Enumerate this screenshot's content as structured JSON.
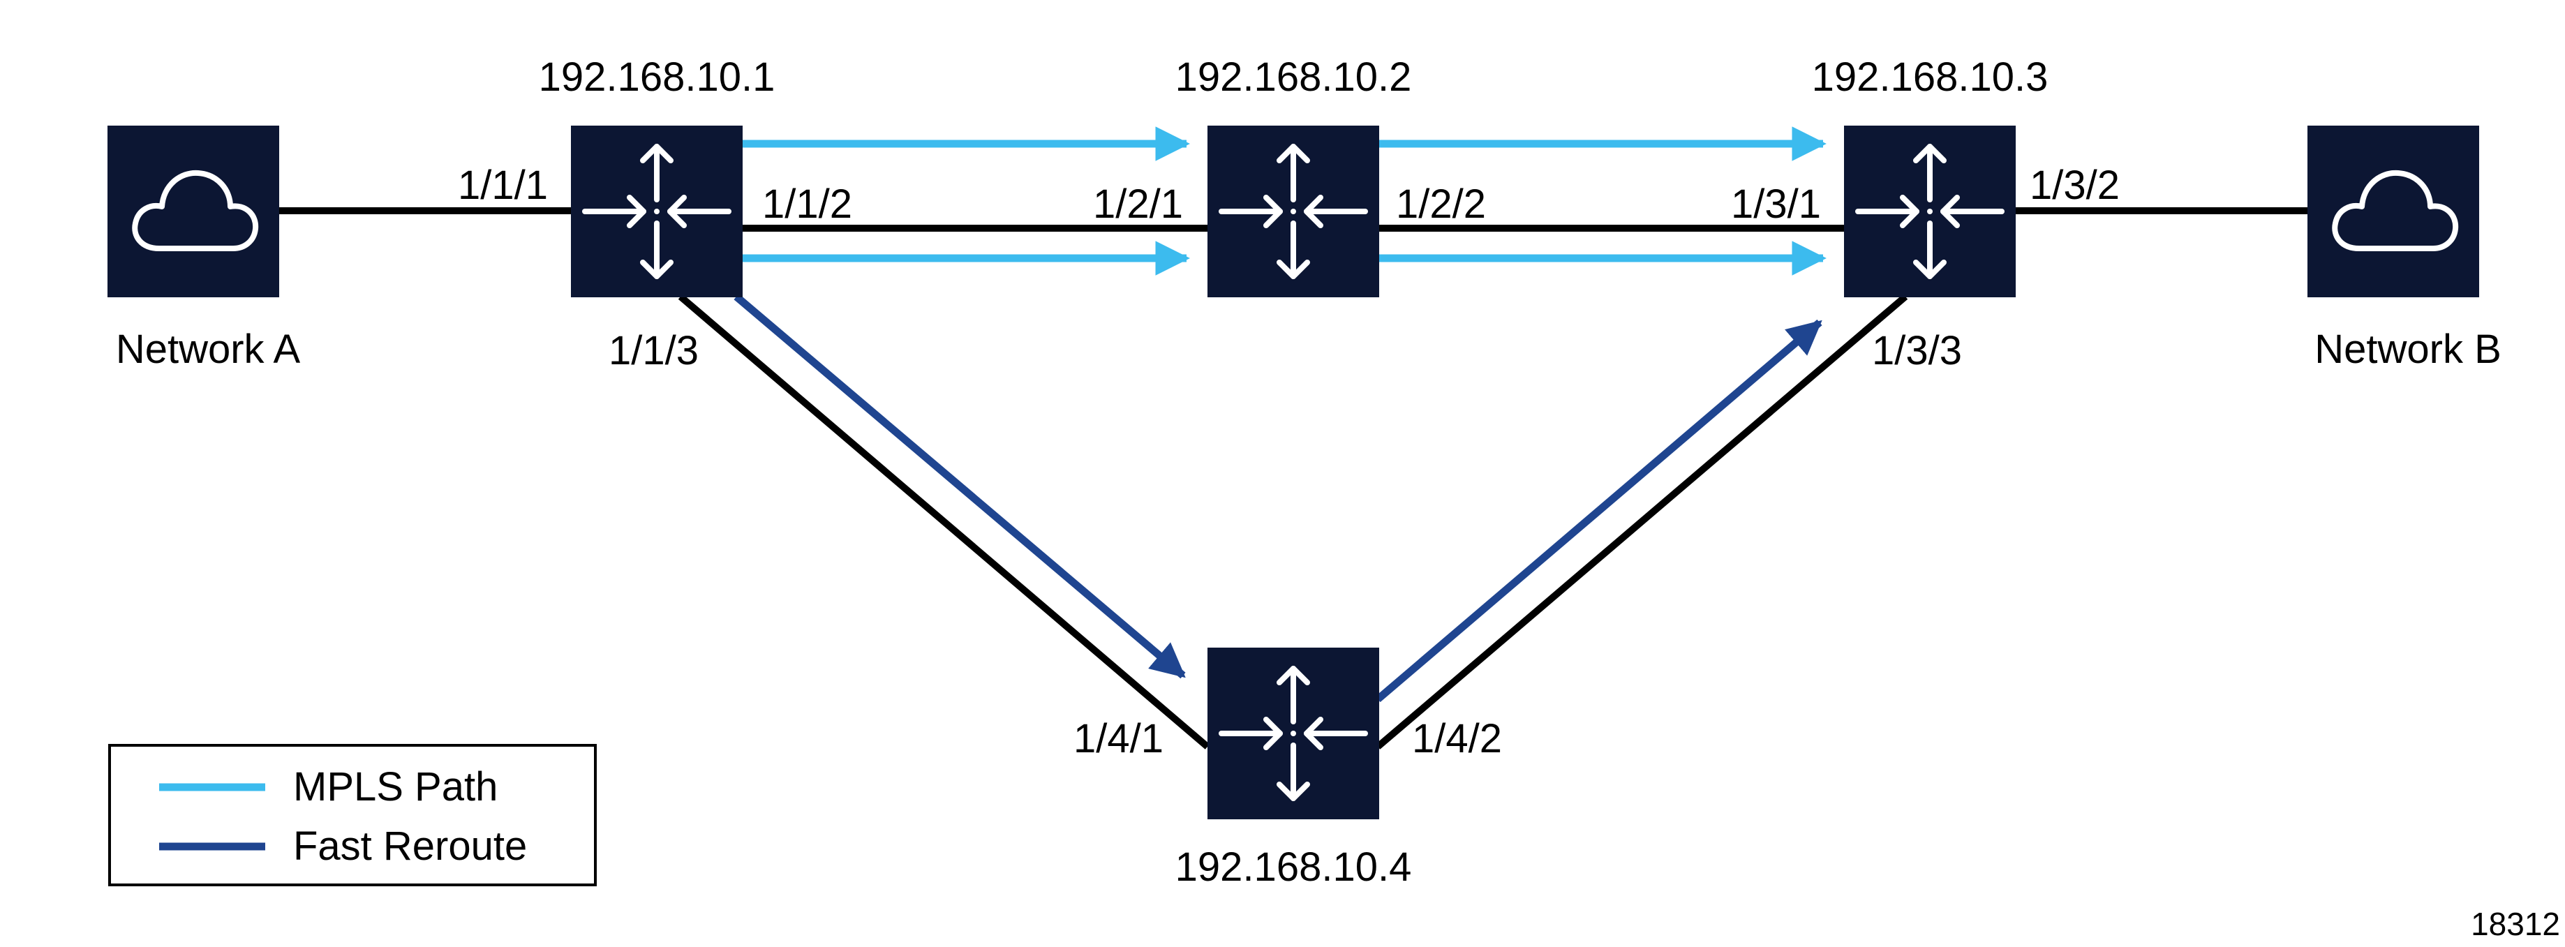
{
  "colors": {
    "node_fill": "#0c1633",
    "link": "#000000",
    "mpls_path": "#3cbbee",
    "fast_reroute": "#1f4590",
    "icon_stroke": "#ffffff"
  },
  "networks": [
    {
      "id": "netA",
      "label": "Network A",
      "icon": "cloud-icon"
    },
    {
      "id": "netB",
      "label": "Network B",
      "icon": "cloud-icon"
    }
  ],
  "routers": [
    {
      "id": "r1",
      "label": "192.168.10.1",
      "icon": "router-icon"
    },
    {
      "id": "r2",
      "label": "192.168.10.2",
      "icon": "router-icon"
    },
    {
      "id": "r3",
      "label": "192.168.10.3",
      "icon": "router-icon"
    },
    {
      "id": "r4",
      "label": "192.168.10.4",
      "icon": "router-icon"
    }
  ],
  "ports": {
    "p111": "1/1/1",
    "p112": "1/1/2",
    "p113": "1/1/3",
    "p121": "1/2/1",
    "p122": "1/2/2",
    "p131": "1/3/1",
    "p132": "1/3/2",
    "p133": "1/3/3",
    "p141": "1/4/1",
    "p142": "1/4/2"
  },
  "legend": {
    "mpls_label": "MPLS Path",
    "frr_label": "Fast Reroute"
  },
  "figure_id": "18312"
}
